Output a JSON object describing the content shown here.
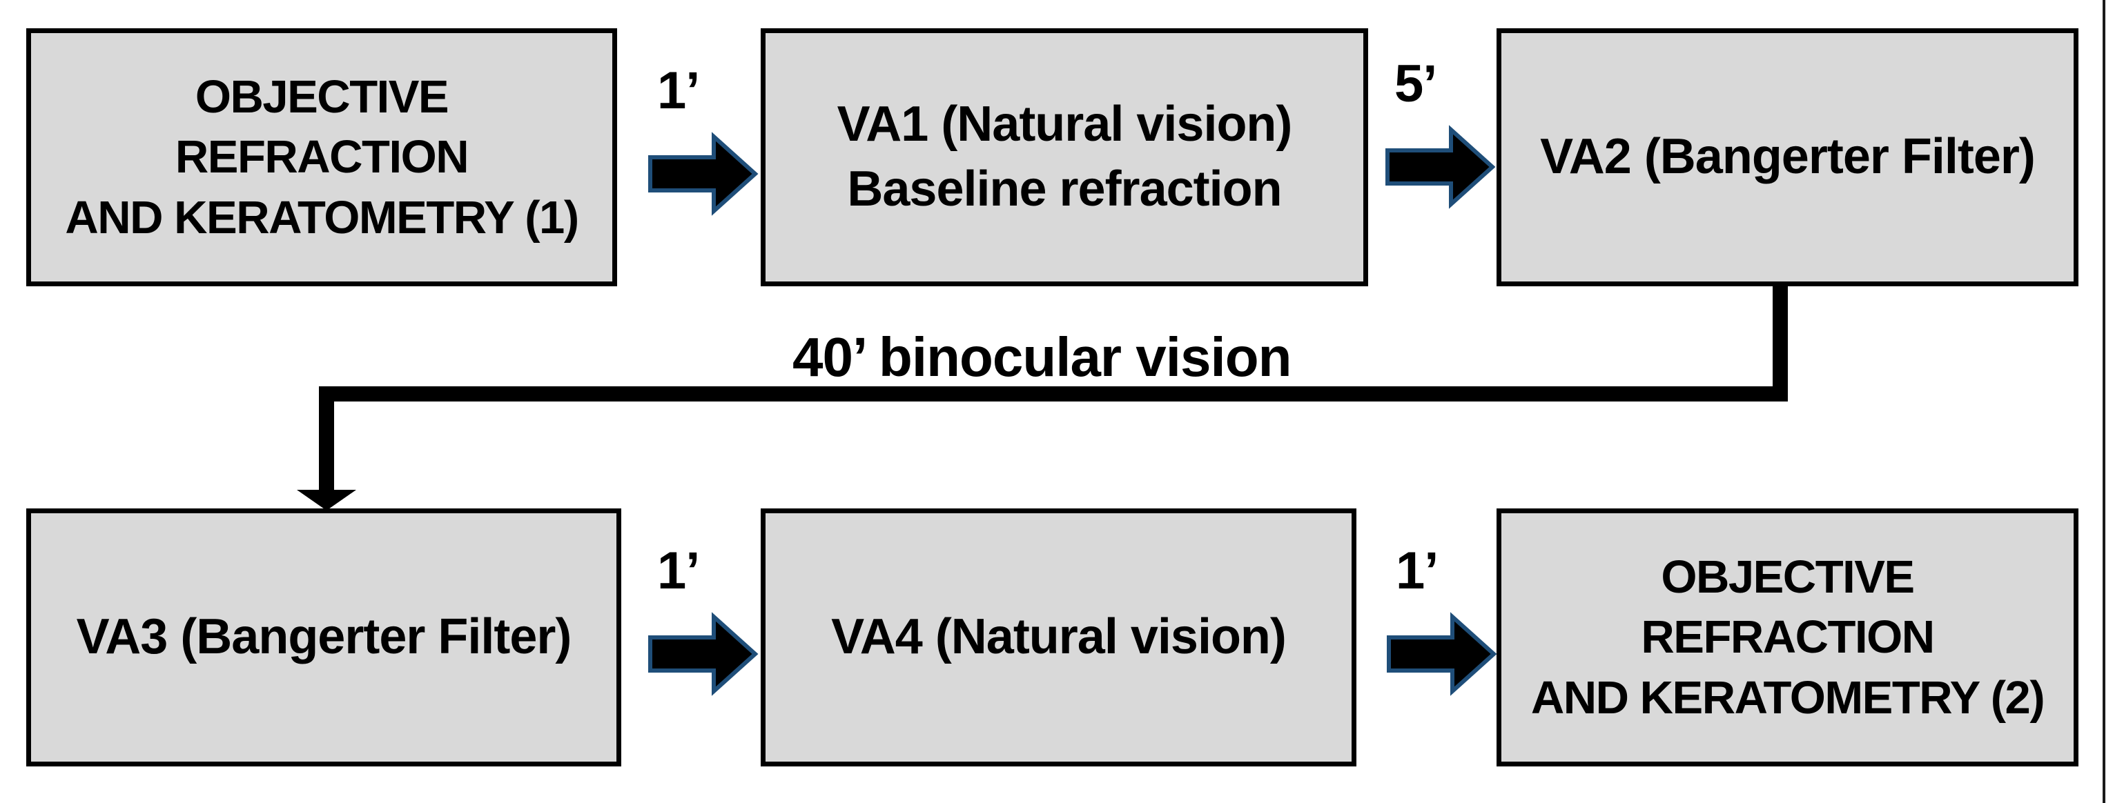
{
  "diagram": {
    "type": "flowchart",
    "title": "Visual acuity measurement protocol flow",
    "colors": {
      "node_fill": "#d9d9d9",
      "node_border": "#000000",
      "arrow_fill": "#000000",
      "arrow_outline": "#1f4e79",
      "text": "#000000",
      "background": "#ffffff"
    },
    "nodes": [
      {
        "id": "node-objective-refraction-1",
        "name": "objective-refraction-keratometry-1",
        "line1": "OBJECTIVE REFRACTION",
        "line2": "AND KERATOMETRY (1)",
        "style": "caps",
        "row": 1,
        "col": 1
      },
      {
        "id": "node-va1",
        "name": "va1-natural-vision",
        "line1": "VA1 (Natural vision)",
        "line2": "Baseline refraction",
        "style": "mixed",
        "row": 1,
        "col": 2
      },
      {
        "id": "node-va2",
        "name": "va2-bangerter-filter",
        "line1": "VA2 (Bangerter Filter)",
        "line2": "",
        "style": "mixed",
        "row": 1,
        "col": 3
      },
      {
        "id": "node-va3",
        "name": "va3-bangerter-filter",
        "line1": "VA3 (Bangerter Filter)",
        "line2": "",
        "style": "mixed",
        "row": 2,
        "col": 1
      },
      {
        "id": "node-va4",
        "name": "va4-natural-vision",
        "line1": "VA4 (Natural vision)",
        "line2": "",
        "style": "mixed",
        "row": 2,
        "col": 2
      },
      {
        "id": "node-objective-refraction-2",
        "name": "objective-refraction-keratometry-2",
        "line1": "OBJECTIVE REFRACTION",
        "line2": "AND KERATOMETRY (2)",
        "style": "caps",
        "row": 2,
        "col": 3
      }
    ],
    "connectors": [
      {
        "id": "arrow-1",
        "from": "node-objective-refraction-1",
        "to": "node-va1",
        "label": "1’",
        "shape": "block-arrow-right"
      },
      {
        "id": "arrow-2",
        "from": "node-va1",
        "to": "node-va2",
        "label": "5’",
        "shape": "block-arrow-right"
      },
      {
        "id": "arrow-elbow",
        "from": "node-va2",
        "to": "node-va3",
        "label": "40’ binocular vision",
        "shape": "elbow-down-left-arrow"
      },
      {
        "id": "arrow-3",
        "from": "node-va3",
        "to": "node-va4",
        "label": "1’",
        "shape": "block-arrow-right"
      },
      {
        "id": "arrow-4",
        "from": "node-va4",
        "to": "node-objective-refraction-2",
        "label": "1’",
        "shape": "block-arrow-right"
      }
    ]
  }
}
